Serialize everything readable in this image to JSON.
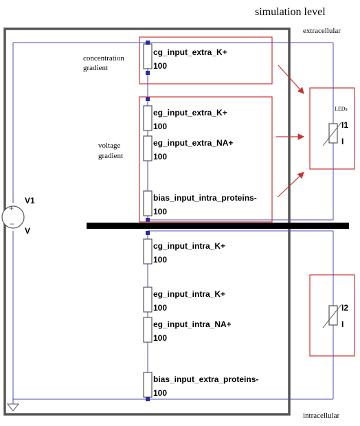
{
  "title": "simulation level",
  "regions": {
    "top": "extracellular",
    "bottom": "intracellular"
  },
  "annotations": {
    "concentration": [
      "concentration",
      "gradient"
    ],
    "voltage": [
      "voltage",
      "gradient"
    ]
  },
  "source": {
    "name": "V1",
    "value": "V"
  },
  "upper_resistors": [
    {
      "name": "cg_input_extra_K+",
      "value": "100"
    },
    {
      "name": "eg_input_extra_K+",
      "value": "100"
    },
    {
      "name": "eg_input_extra_NA+",
      "value": "100"
    },
    {
      "name": "bias_input_intra_proteins-",
      "value": "100"
    }
  ],
  "lower_resistors": [
    {
      "name": "cg_input_intra_K+",
      "value": "100"
    },
    {
      "name": "eg_input_intra_K+",
      "value": "100"
    },
    {
      "name": "eg_input_intra_NA+",
      "value": "100"
    },
    {
      "name": "bias_input_extra_proteins-",
      "value": "100"
    }
  ],
  "leds_label": "LEDs",
  "sources": [
    {
      "name": "I1",
      "value": "I"
    },
    {
      "name": "I2",
      "value": "I"
    }
  ],
  "colors": {
    "wire": "#4a4ab8",
    "highlight": "#cc3333",
    "frame": "#555555",
    "membrane": "#000000"
  }
}
